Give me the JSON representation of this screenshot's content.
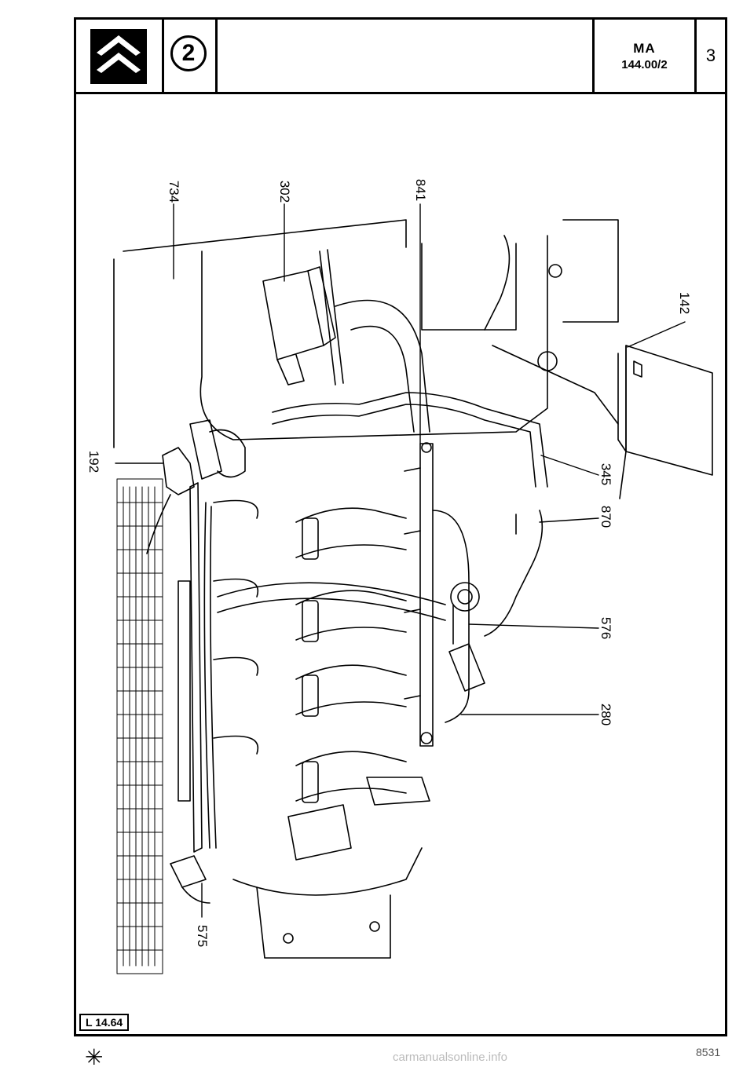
{
  "header": {
    "brand_logo": "citroen-chevron-logo",
    "section_number": "2",
    "reference_code": "MA",
    "reference_number": "144.00/2",
    "page_number": "3"
  },
  "diagram": {
    "callouts": [
      "734",
      "302",
      "841",
      "142",
      "192",
      "345",
      "870",
      "576",
      "280",
      "575"
    ]
  },
  "footer": {
    "plate_label": "L 14.64",
    "asterisk": "✳",
    "drawing_code": "8531",
    "watermark": "carmanualsonline.info"
  }
}
